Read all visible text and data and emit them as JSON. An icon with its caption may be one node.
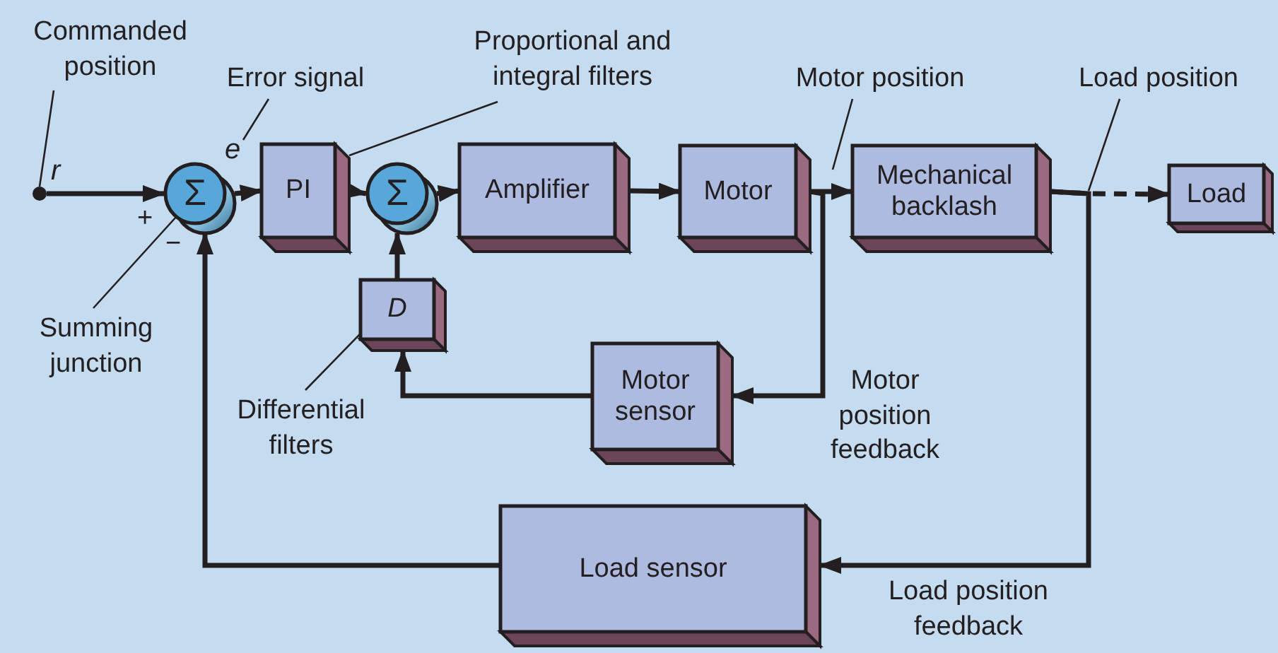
{
  "diagram": {
    "nodes": [
      {
        "text": [
          "Commanded position"
        ]
      },
      {
        "text": [
          "Error signal"
        ]
      },
      {
        "text": [
          "Proportional and integral filters"
        ]
      },
      {
        "text": [
          "Motor position"
        ]
      },
      {
        "text": [
          "Load position"
        ]
      },
      {
        "text": [],
        "shape": "circle"
      },
      {
        "text": [
          "Σ"
        ]
      },
      {
        "text": [
          "PI"
        ]
      },
      {
        "text": [
          "Σ"
        ]
      },
      {
        "text": [
          "Amplifier"
        ]
      },
      {
        "text": [
          "Motor"
        ]
      },
      {
        "text": [
          "Mechanical backlash"
        ]
      },
      {
        "text": [
          "Load"
        ]
      },
      {
        "text": [
          "Summing junction"
        ]
      },
      {
        "text": [
          "D"
        ]
      },
      {
        "text": [
          "Motor sensor"
        ]
      },
      {
        "text": [
          "Differential filters"
        ]
      },
      {
        "text": [
          "Load sensor"
        ]
      }
    ],
    "edges": [
      {
        "from": 5,
        "to": 6,
        "arrow": "to"
      },
      {
        "from": 6,
        "to": 7,
        "arrow": "to",
        "label": "e"
      },
      {
        "from": 7,
        "to": 8,
        "arrow": "to"
      },
      {
        "from": 8,
        "to": 9,
        "arrow": "to"
      },
      {
        "from": 9,
        "to": 10,
        "arrow": "to"
      },
      {
        "from": 10,
        "to": 11,
        "arrow": "to"
      },
      {
        "from": 10,
        "to": 15,
        "arrow": "to"
      },
      {
        "from": 11,
        "to": 12,
        "arrow": "to",
        "style": "dashed"
      },
      {
        "from": 11,
        "to": 17,
        "arrow": "to"
      },
      {
        "from": 15,
        "to": 14,
        "arrow": "to"
      },
      {
        "from": 14,
        "to": 8,
        "arrow": "to"
      },
      {
        "from": 17,
        "to": 6,
        "arrow": "to"
      },
      {
        "from": 0,
        "to": 5,
        "arrow": "none"
      },
      {
        "from": 1,
        "to": null,
        "arrow": "none"
      },
      {
        "from": 2,
        "to": 7,
        "arrow": "none"
      },
      {
        "from": 3,
        "to": null,
        "arrow": "none"
      },
      {
        "from": 4,
        "to": null,
        "arrow": "none"
      },
      {
        "from": 13,
        "to": 6,
        "arrow": "none"
      },
      {
        "from": 16,
        "to": 14,
        "arrow": "none"
      }
    ],
    "labels": [
      "r",
      "+",
      "−",
      "Motor position feedback",
      "Load position feedback"
    ]
  }
}
